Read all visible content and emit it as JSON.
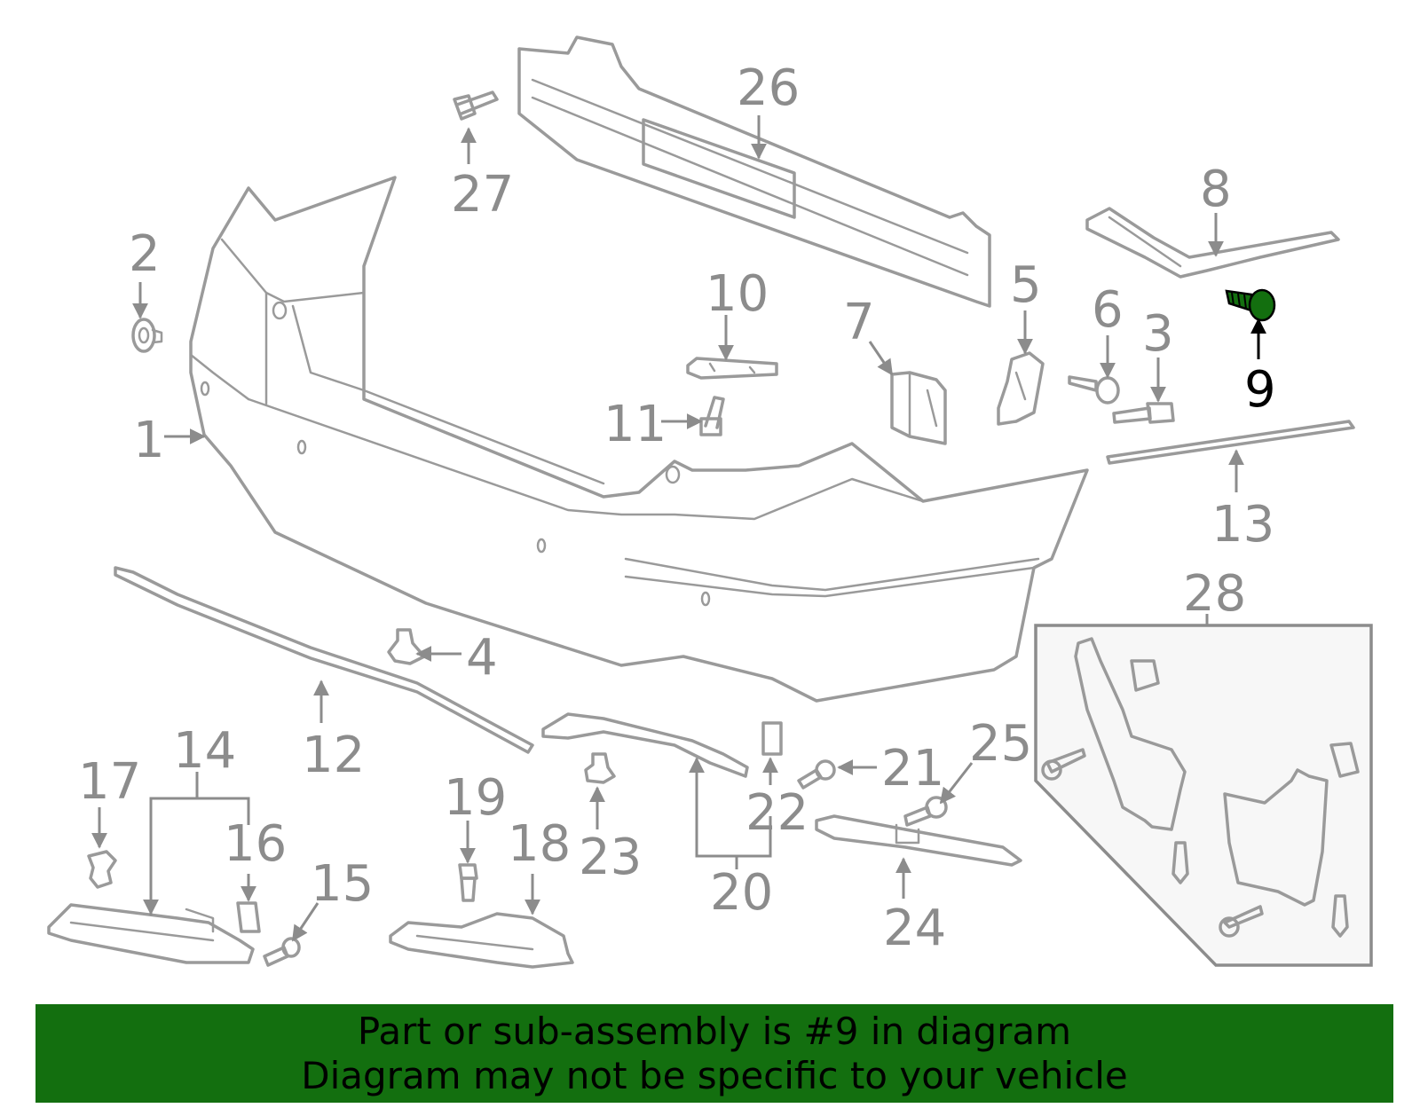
{
  "diagram": {
    "highlight_color": "#136f0f",
    "highlighted_part": "9",
    "callouts": [
      {
        "id": "1",
        "text": "1"
      },
      {
        "id": "2",
        "text": "2"
      },
      {
        "id": "3",
        "text": "3"
      },
      {
        "id": "4",
        "text": "4"
      },
      {
        "id": "5",
        "text": "5"
      },
      {
        "id": "6",
        "text": "6"
      },
      {
        "id": "7",
        "text": "7"
      },
      {
        "id": "8",
        "text": "8"
      },
      {
        "id": "9",
        "text": "9"
      },
      {
        "id": "10",
        "text": "10"
      },
      {
        "id": "11",
        "text": "11"
      },
      {
        "id": "12",
        "text": "12"
      },
      {
        "id": "13",
        "text": "13"
      },
      {
        "id": "14",
        "text": "14"
      },
      {
        "id": "15",
        "text": "15"
      },
      {
        "id": "16",
        "text": "16"
      },
      {
        "id": "17",
        "text": "17"
      },
      {
        "id": "18",
        "text": "18"
      },
      {
        "id": "19",
        "text": "19"
      },
      {
        "id": "20",
        "text": "20"
      },
      {
        "id": "21",
        "text": "21"
      },
      {
        "id": "22",
        "text": "22"
      },
      {
        "id": "23",
        "text": "23"
      },
      {
        "id": "24",
        "text": "24"
      },
      {
        "id": "25",
        "text": "25"
      },
      {
        "id": "26",
        "text": "26"
      },
      {
        "id": "27",
        "text": "27"
      },
      {
        "id": "28",
        "text": "28"
      }
    ]
  },
  "banner": {
    "background": "#136f0f",
    "line1": "Part or sub-assembly is #9 in diagram",
    "line2": "Diagram may not be specific to your vehicle"
  }
}
